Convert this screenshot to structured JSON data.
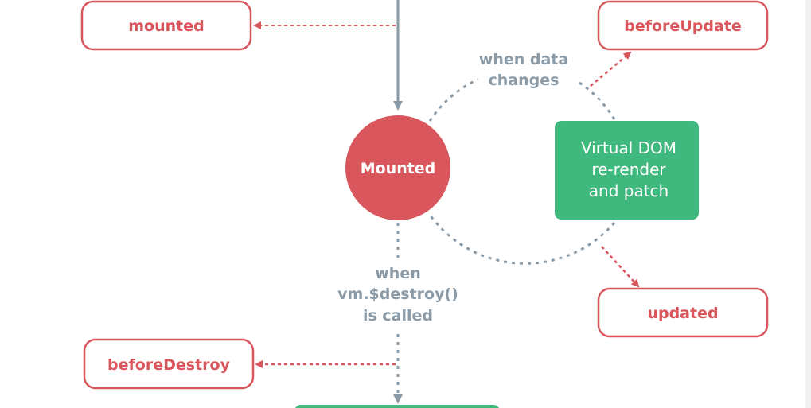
{
  "colors": {
    "hook_red": "#d9565c",
    "gray": "#8a9aa6",
    "green": "#3fb97e",
    "white": "#ffffff"
  },
  "hooks": {
    "mounted": "mounted",
    "before_update": "beforeUpdate",
    "updated": "updated",
    "before_destroy": "beforeDestroy"
  },
  "mounted_state": "Mounted",
  "virtual_dom": {
    "line1": "Virtual DOM",
    "line2": "re-render",
    "line3": "and patch"
  },
  "labels": {
    "data_changes_line1": "when data",
    "data_changes_line2": "changes",
    "destroy_line1": "when",
    "destroy_line2": "vm.$destroy()",
    "destroy_line3": "is called"
  }
}
